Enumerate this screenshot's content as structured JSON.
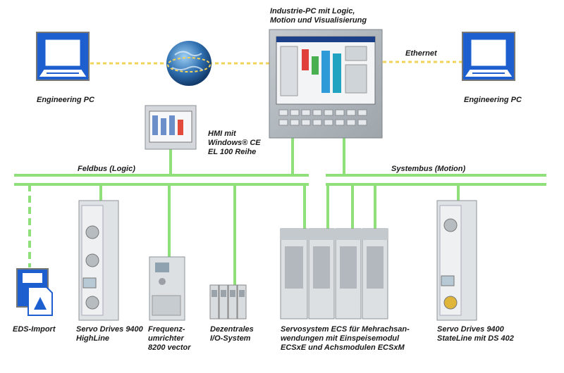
{
  "labels": {
    "industrial_pc": "Industrie-PC mit Logic,\nMotion und Visualisierung",
    "ethernet": "Ethernet",
    "engineering_pc_left": "Engineering PC",
    "engineering_pc_right": "Engineering PC",
    "hmi": "HMI mit\nWindows® CE\nEL 100 Reihe",
    "feldbus": "Feldbus (Logic)",
    "systembus": "Systembus (Motion)",
    "eds_import": "EDS-Import",
    "servo_highline": "Servo Drives 9400\nHighLine",
    "frequency_inverter": "Frequenz-\numrichter\n8200 vector",
    "io_system": "Dezentrales\nI/O-System",
    "ecs": "Servosystem ECS für Mehrachsan-\nwendungen mit Einspeisemodul\nECSxE und Achsmodulen ECSxM",
    "servo_stateline": "Servo Drives 9400\nStateLine mit DS 402"
  },
  "colors": {
    "bus_green": "#8fe07a",
    "ethernet_yellow": "#f2d35a",
    "laptop_blue": "#1e5fd0",
    "device_grey": "#c9cdd0",
    "panel_grey": "#a8aeb4"
  }
}
